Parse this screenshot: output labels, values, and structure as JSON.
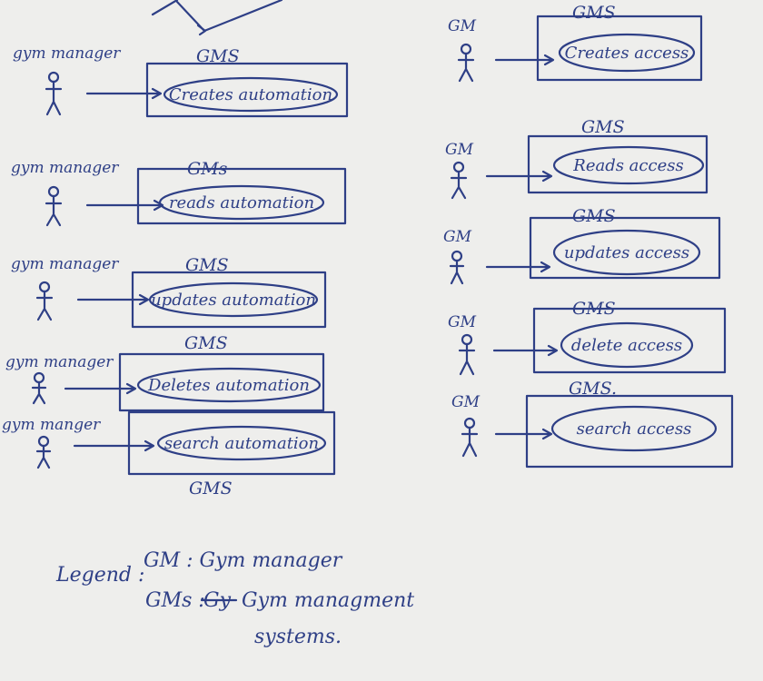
{
  "left_column": [
    {
      "actor": "gym manager",
      "system": "GMS",
      "use_case": "Creates automation"
    },
    {
      "actor": "gym manager",
      "system": "GMs",
      "use_case": "reads automation"
    },
    {
      "actor": "gym manager",
      "system": "GMS",
      "use_case": "updates automation"
    },
    {
      "actor": "gym manager",
      "system": "GMS",
      "use_case": "Deletes automation"
    },
    {
      "actor": "gym manger",
      "system": "GMS",
      "use_case": "search automation"
    }
  ],
  "right_column": [
    {
      "actor": "GM",
      "system": "GMS",
      "use_case": "Creates access"
    },
    {
      "actor": "GM",
      "system": "GMS",
      "use_case": "Reads access"
    },
    {
      "actor": "GM",
      "system": "GMS",
      "use_case": "updates access"
    },
    {
      "actor": "GM",
      "system": "GMS",
      "use_case": "delete access"
    },
    {
      "actor": "GM",
      "system": "GMS.",
      "use_case": "search access"
    }
  ],
  "legend": {
    "heading": "Legend :",
    "line1": "GM : Gym manager",
    "line2_prefix": "GMs :",
    "line2_struck": "Gy",
    "line2_rest": "Gym managment",
    "line3": "systems."
  },
  "colors": {
    "ink": "#2e3f86",
    "paper": "#eeeeec"
  }
}
